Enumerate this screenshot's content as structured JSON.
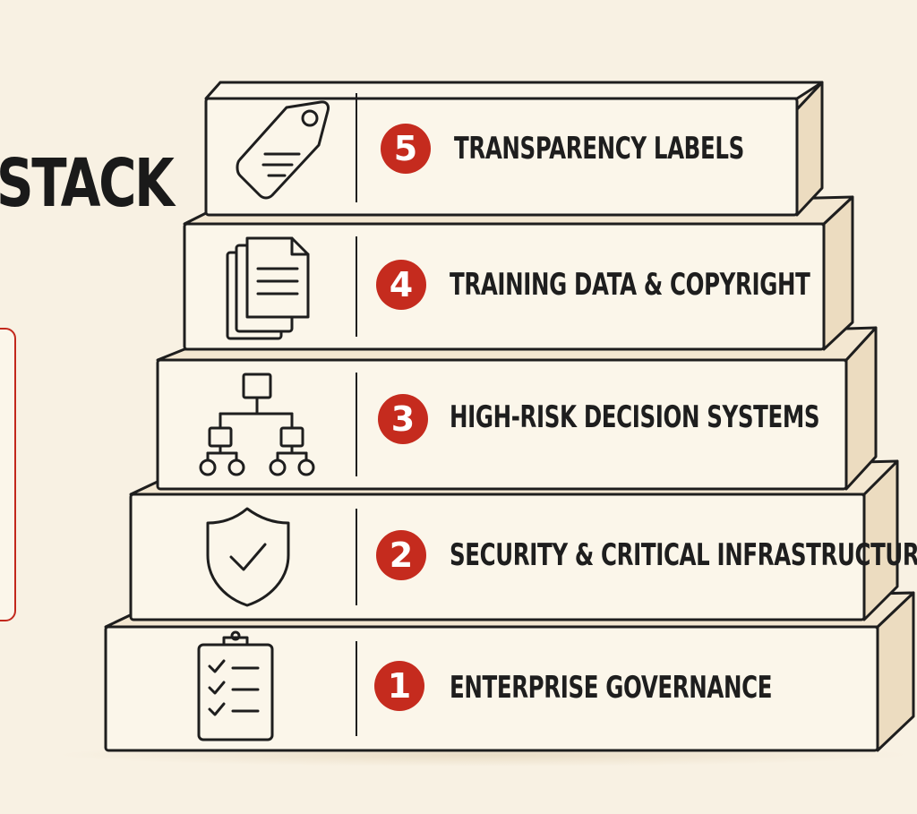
{
  "title_fragment": "STACK",
  "layers": [
    {
      "number": "5",
      "label": "TRANSPARENCY LABELS",
      "icon": "tag-icon"
    },
    {
      "number": "4",
      "label": "TRAINING DATA & COPYRIGHT",
      "icon": "documents-icon"
    },
    {
      "number": "3",
      "label": "HIGH-RISK DECISION SYSTEMS",
      "icon": "hierarchy-icon"
    },
    {
      "number": "2",
      "label": "SECURITY & CRITICAL INFRASTRUCTURE",
      "icon": "shield-check-icon"
    },
    {
      "number": "1",
      "label": "ENTERPRISE GOVERNANCE",
      "icon": "clipboard-checklist-icon"
    }
  ],
  "colors": {
    "background": "#f8f1e3",
    "block_front": "#fbf6ea",
    "block_side": "#ecdcc0",
    "block_top": "#f3e7d1",
    "outline": "#1e1e1e",
    "badge": "#c52b1e",
    "side_card_border": "#c2281c"
  }
}
